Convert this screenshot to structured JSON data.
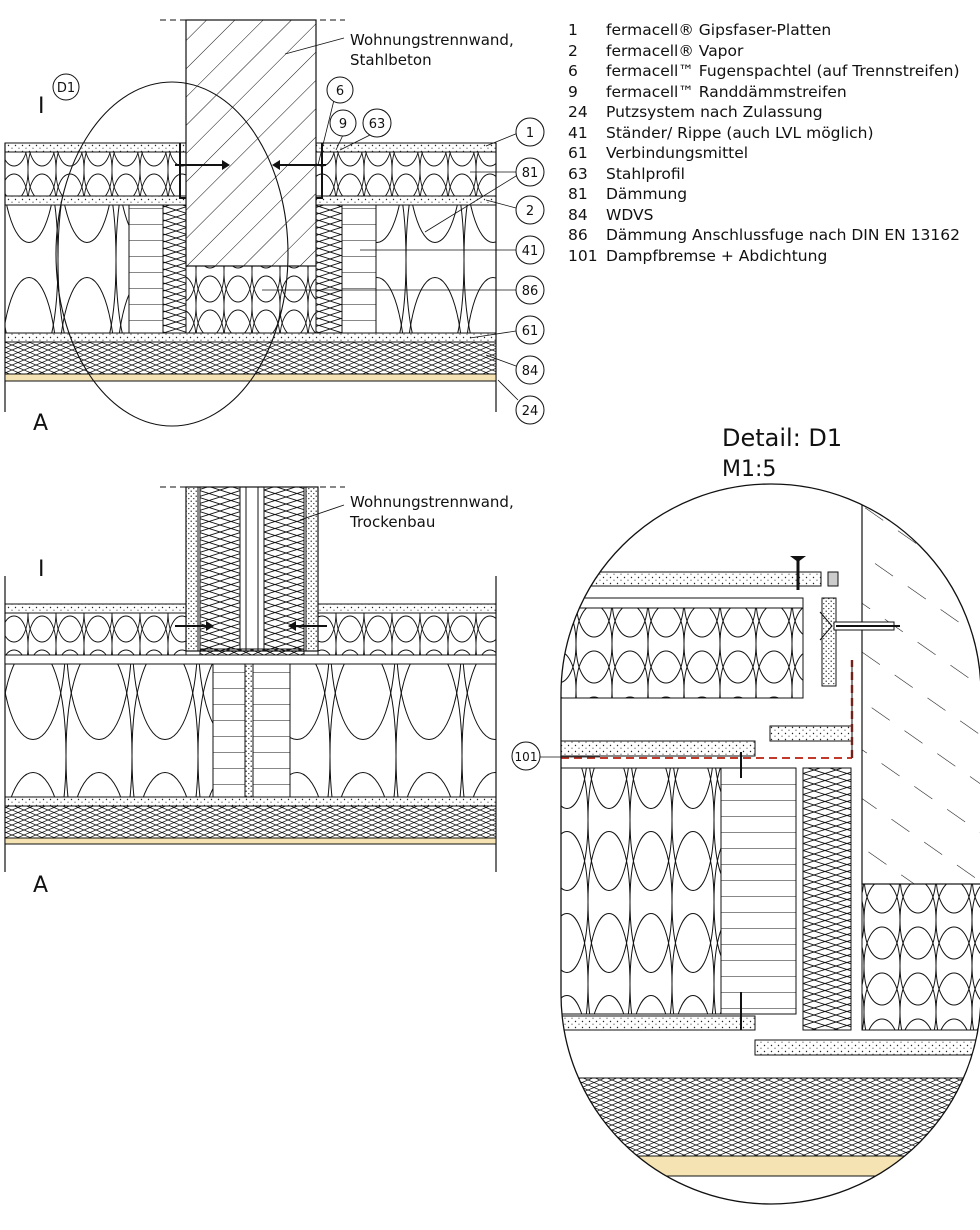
{
  "top_section": {
    "label": "Wohnungstrennwand,\nStahlbeton",
    "label_line1": "Wohnungstrennwand,",
    "label_line2": "Stahlbeton",
    "side_inner": "I",
    "side_outer": "A",
    "detail_ref": "D1",
    "callouts": [
      "6",
      "9",
      "63",
      "1",
      "81",
      "2",
      "41",
      "86",
      "61",
      "84",
      "24"
    ]
  },
  "bottom_section": {
    "label_line1": "Wohnungstrennwand,",
    "label_line2": "Trockenbau",
    "side_inner": "I",
    "side_outer": "A"
  },
  "legend": [
    {
      "num": "1",
      "text": "fermacell® Gipsfaser-Platten"
    },
    {
      "num": "2",
      "text": "fermacell® Vapor"
    },
    {
      "num": "6",
      "text": "fermacell™ Fugenspachtel (auf Trennstreifen)"
    },
    {
      "num": "9",
      "text": "fermacell™ Randdämmstreifen"
    },
    {
      "num": "24",
      "text": "Putzsystem nach Zulassung"
    },
    {
      "num": "41",
      "text": "Ständer/ Rippe (auch LVL möglich)"
    },
    {
      "num": "61",
      "text": "Verbindungsmittel"
    },
    {
      "num": "63",
      "text": "Stahlprofil"
    },
    {
      "num": "81",
      "text": "Dämmung"
    },
    {
      "num": "84",
      "text": "WDVS"
    },
    {
      "num": "86",
      "text": "Dämmung Anschlussfuge nach DIN EN 13162"
    },
    {
      "num": "101",
      "text": "Dampfbremse + Abdichtung"
    }
  ],
  "detail": {
    "title": "Detail: D1",
    "scale": "M1:5",
    "callout": "101"
  },
  "colors": {
    "line": "#111111",
    "plaster": "#f5e3b3",
    "vapor_red": "#c0392b"
  }
}
